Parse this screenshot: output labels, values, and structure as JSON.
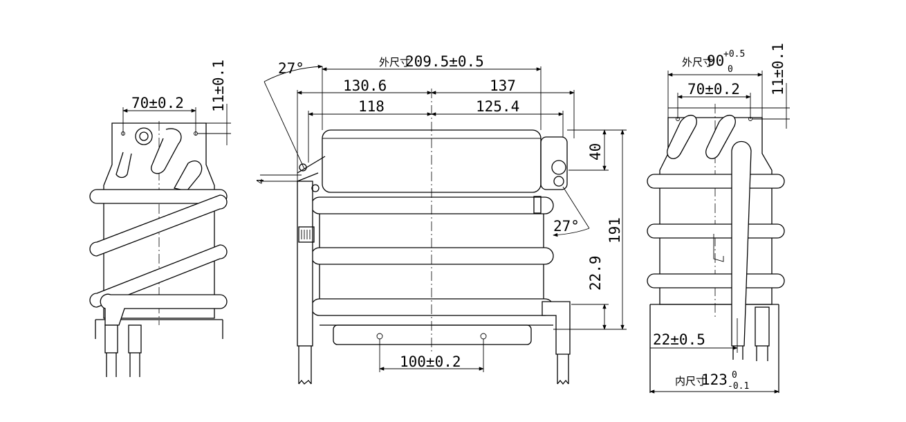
{
  "left_view": {
    "width_dim": "70±0.2",
    "offset_dim": "11±0.1"
  },
  "center_view": {
    "overall_prefix": "外尺寸",
    "overall_value": "209.5±0.5",
    "left_part_outer": "130.6",
    "right_part_outer": "137",
    "left_part_inner": "118",
    "right_part_inner": "125.4",
    "angle_top": "27°",
    "angle_right": "27°",
    "small_dim": "4",
    "height_upper": "40",
    "height_total": "191",
    "height_lower": "22.9",
    "mount_spacing": "100±0.2"
  },
  "right_view": {
    "overall_prefix": "外尺寸",
    "overall_value": "90",
    "overall_tol_upper": "+0.5",
    "overall_tol_lower": "0",
    "width_dim": "70±0.2",
    "offset_dim": "11±0.1",
    "pipe_dim": "22±0.5",
    "inner_prefix": "内尺寸",
    "inner_value": "123",
    "inner_tol_upper": "0",
    "inner_tol_lower": "-0.1"
  }
}
